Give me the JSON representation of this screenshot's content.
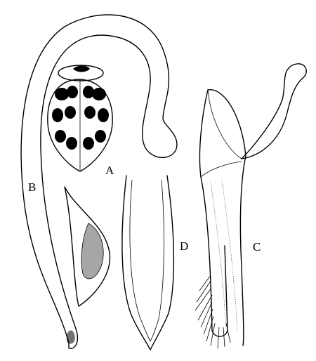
{
  "figure": {
    "labels": {
      "a": "A",
      "b": "B",
      "c": "C",
      "d": "D"
    },
    "ink_color": "#000000",
    "background_color": "#ffffff"
  }
}
